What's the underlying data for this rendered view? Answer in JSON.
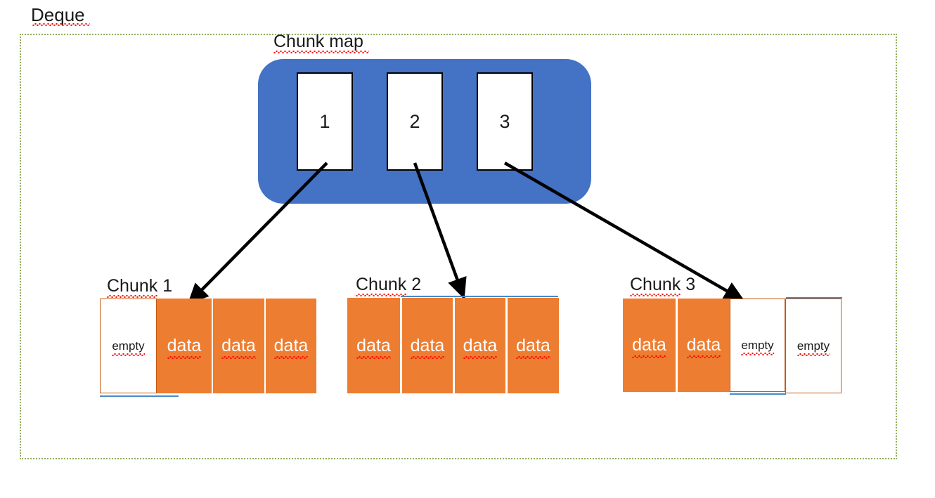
{
  "slide": {
    "title": "Deque",
    "frame_color": "#8FAE5D",
    "background": "#ffffff"
  },
  "chunk_map": {
    "label": "Chunk map",
    "container_color": "#4472C4",
    "slots": [
      {
        "label": "1"
      },
      {
        "label": "2"
      },
      {
        "label": "3"
      }
    ]
  },
  "colors": {
    "data_fill": "#ED7D31",
    "empty_border": "#C55A11",
    "empty_fill": "#ffffff",
    "arrow": "#000000",
    "accent_line": "#4A89C8"
  },
  "arrows": [
    {
      "from": "chunk-map-slot-1",
      "to": "chunk-1"
    },
    {
      "from": "chunk-map-slot-2",
      "to": "chunk-2"
    },
    {
      "from": "chunk-map-slot-3",
      "to": "chunk-3"
    }
  ],
  "chunks": [
    {
      "label": "Chunk 1",
      "cells": [
        {
          "state": "empty",
          "label": "empty"
        },
        {
          "state": "data",
          "label": "data"
        },
        {
          "state": "data",
          "label": "data"
        },
        {
          "state": "data",
          "label": "data"
        }
      ]
    },
    {
      "label": "Chunk 2",
      "cells": [
        {
          "state": "data",
          "label": "data"
        },
        {
          "state": "data",
          "label": "data"
        },
        {
          "state": "data",
          "label": "data"
        },
        {
          "state": "data",
          "label": "data"
        }
      ]
    },
    {
      "label": "Chunk 3",
      "cells": [
        {
          "state": "data",
          "label": "data"
        },
        {
          "state": "data",
          "label": "data"
        },
        {
          "state": "empty",
          "label": "empty"
        },
        {
          "state": "empty",
          "label": "empty"
        }
      ]
    }
  ]
}
